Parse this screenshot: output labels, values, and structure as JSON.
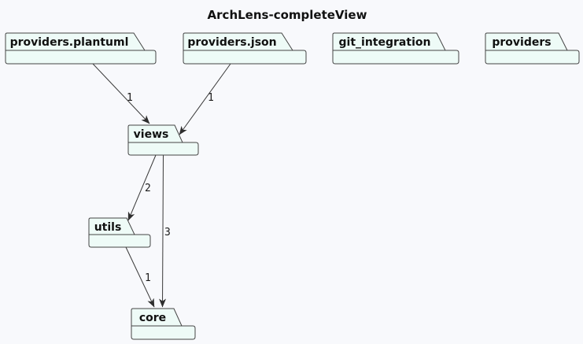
{
  "title": "ArchLens-completeView",
  "colors": {
    "background": "#F8F9FC",
    "package_fill": "#EEFBF7",
    "package_border": "#454545",
    "arrow": "#383838",
    "text": "#111111"
  },
  "packages": [
    {
      "id": "providers-plantuml",
      "label": "providers.plantuml"
    },
    {
      "id": "providers-json",
      "label": "providers.json"
    },
    {
      "id": "git-integration",
      "label": "git_integration"
    },
    {
      "id": "providers",
      "label": "providers"
    },
    {
      "id": "views",
      "label": "views"
    },
    {
      "id": "utils",
      "label": "utils"
    },
    {
      "id": "core",
      "label": "core"
    }
  ],
  "edges": [
    {
      "from": "providers.plantuml",
      "to": "views",
      "label": "1"
    },
    {
      "from": "providers.json",
      "to": "views",
      "label": "1"
    },
    {
      "from": "views",
      "to": "utils",
      "label": "2"
    },
    {
      "from": "views",
      "to": "core",
      "label": "3"
    },
    {
      "from": "utils",
      "to": "core",
      "label": "1"
    }
  ]
}
